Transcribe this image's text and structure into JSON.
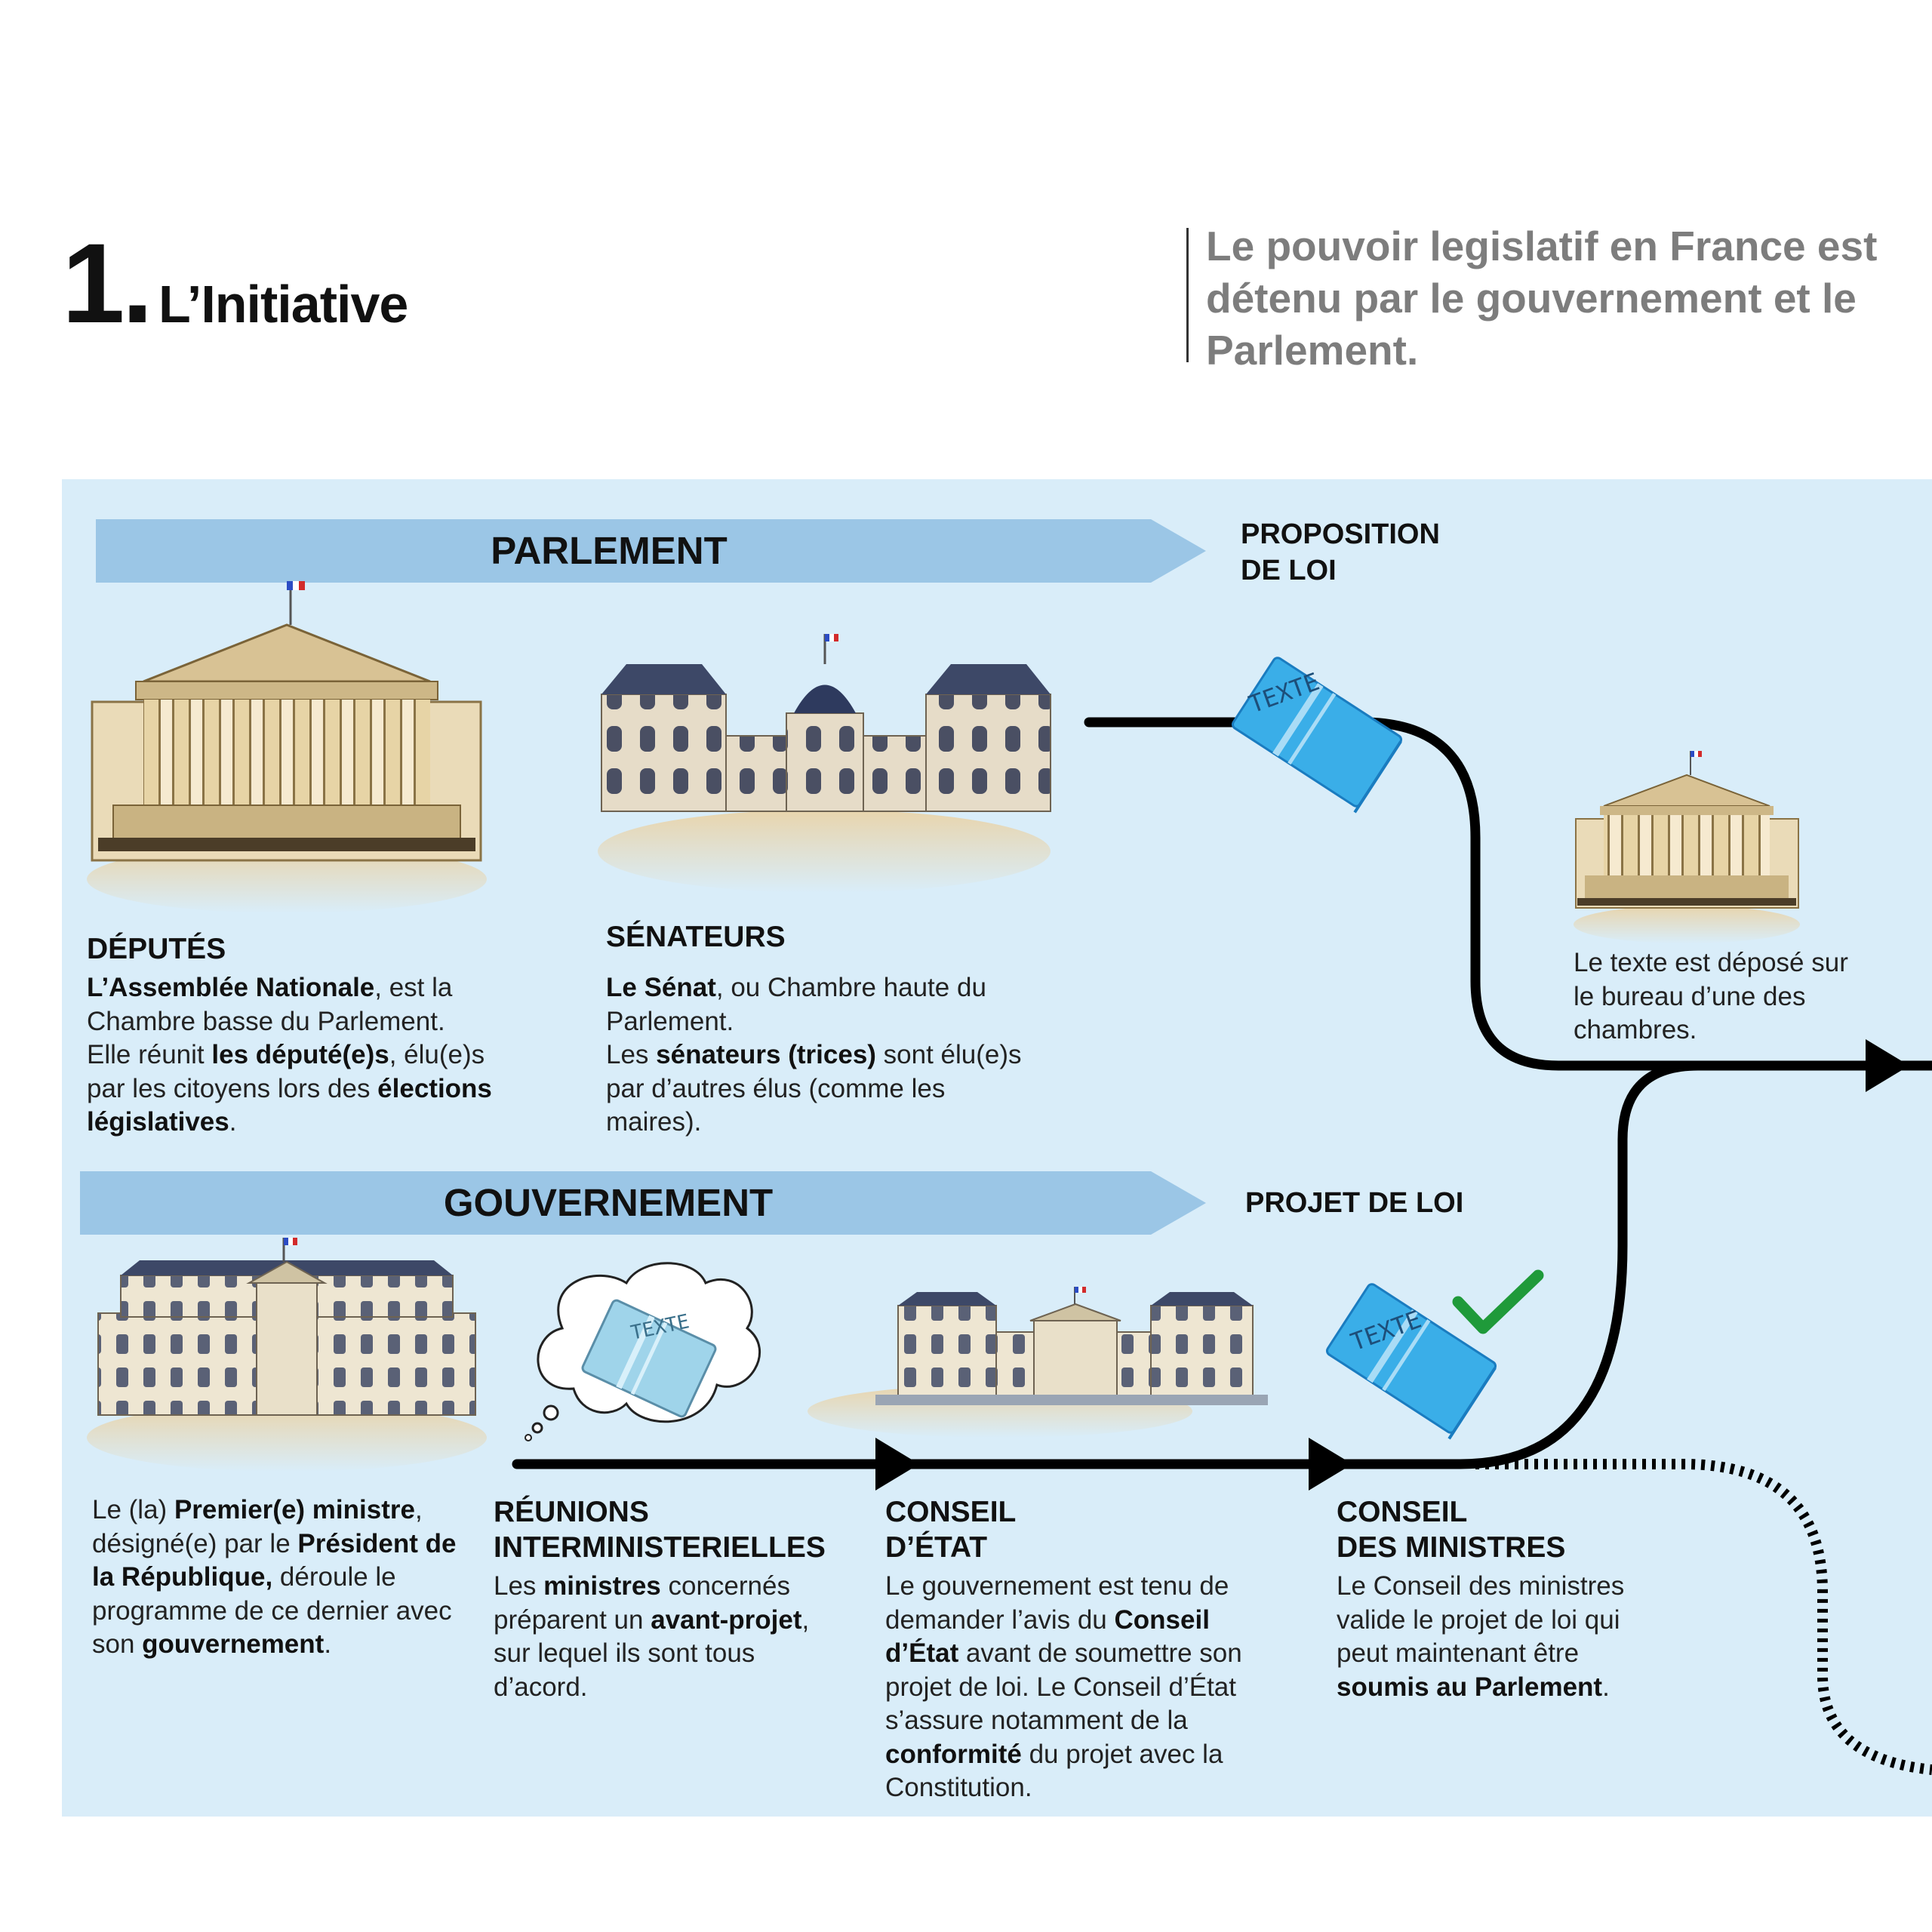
{
  "header": {
    "number": "1.",
    "title": "L’Initiative",
    "subtitle": "Le pouvoir legislatif en France est détenu par le gouvernement et le Parlement."
  },
  "colors": {
    "panel": "#d9edf9",
    "banner": "#9bc6e6",
    "booklet": "#3aaee8",
    "check": "#1f9a3a",
    "line": "#000000"
  },
  "parlement": {
    "banner": "PARLEMENT",
    "tag": "PROPOSITION\nDE LOI",
    "deputes": {
      "heading": "DÉPUTÉS",
      "body": [
        {
          "b": "L’Assemblée Nationale"
        },
        {
          "t": ", est la Chambre basse du Parlement. Elle réunit "
        },
        {
          "b": "les député(e)s"
        },
        {
          "t": ", élu(e)s par les citoyens lors des "
        },
        {
          "b": "élections législatives"
        },
        {
          "t": "."
        }
      ]
    },
    "senateurs": {
      "heading": "SÉNATEURS",
      "body": [
        {
          "b": "Le Sénat"
        },
        {
          "t": ", ou Chambre haute du Parlement."
        },
        {
          "br": true
        },
        {
          "t": "Les "
        },
        {
          "b": "sénateurs (trices)"
        },
        {
          "t": " sont élu(e)s par d’autres élus (comme les maires)."
        }
      ]
    },
    "depot": {
      "body": [
        {
          "t": "Le texte est déposé sur le bureau d’une des chambres."
        }
      ]
    },
    "booklet_label": "TEXTE"
  },
  "gouvernement": {
    "banner": "GOUVERNEMENT",
    "tag": "PROJET DE LOI",
    "premier_ministre": {
      "body": [
        {
          "t": "Le (la) "
        },
        {
          "b": "Premier(e) ministre"
        },
        {
          "t": ", désigné(e) par le "
        },
        {
          "b": "Président de la République,"
        },
        {
          "t": " déroule le programme de ce dernier avec son "
        },
        {
          "b": "gouvernement"
        },
        {
          "t": "."
        }
      ]
    },
    "reunions": {
      "heading": "RÉUNIONS\nINTERMINISTERIELLES",
      "body": [
        {
          "t": "Les "
        },
        {
          "b": "ministres"
        },
        {
          "t": " concernés préparent un "
        },
        {
          "b": "avant-projet"
        },
        {
          "t": ", sur lequel ils sont tous d’acord."
        }
      ]
    },
    "conseil_etat": {
      "heading": "CONSEIL\nD’ÉTAT",
      "body": [
        {
          "t": "Le gouvernement est tenu de demander l’avis du "
        },
        {
          "b": "Conseil d’État"
        },
        {
          "t": " avant de soumettre son projet de loi. Le Conseil d’État s’assure notamment de la "
        },
        {
          "b": "conformité"
        },
        {
          "t": " du projet avec la Constitution."
        }
      ]
    },
    "conseil_ministres": {
      "heading": "CONSEIL\nDES MINISTRES",
      "body": [
        {
          "t": "Le Conseil des ministres valide le projet de loi qui peut maintenant être "
        },
        {
          "b": "soumis au Parlement"
        },
        {
          "t": "."
        }
      ]
    },
    "booklet_label": "TEXTE"
  },
  "icons": {
    "assemblee": "assemblee-nationale-building-icon",
    "senat": "senat-palais-luxembourg-icon",
    "matignon": "matignon-palace-icon",
    "conseil_etat": "palais-royal-building-icon",
    "thought": "thought-cloud-icon",
    "booklet": "booklet-icon",
    "check": "check-icon"
  }
}
